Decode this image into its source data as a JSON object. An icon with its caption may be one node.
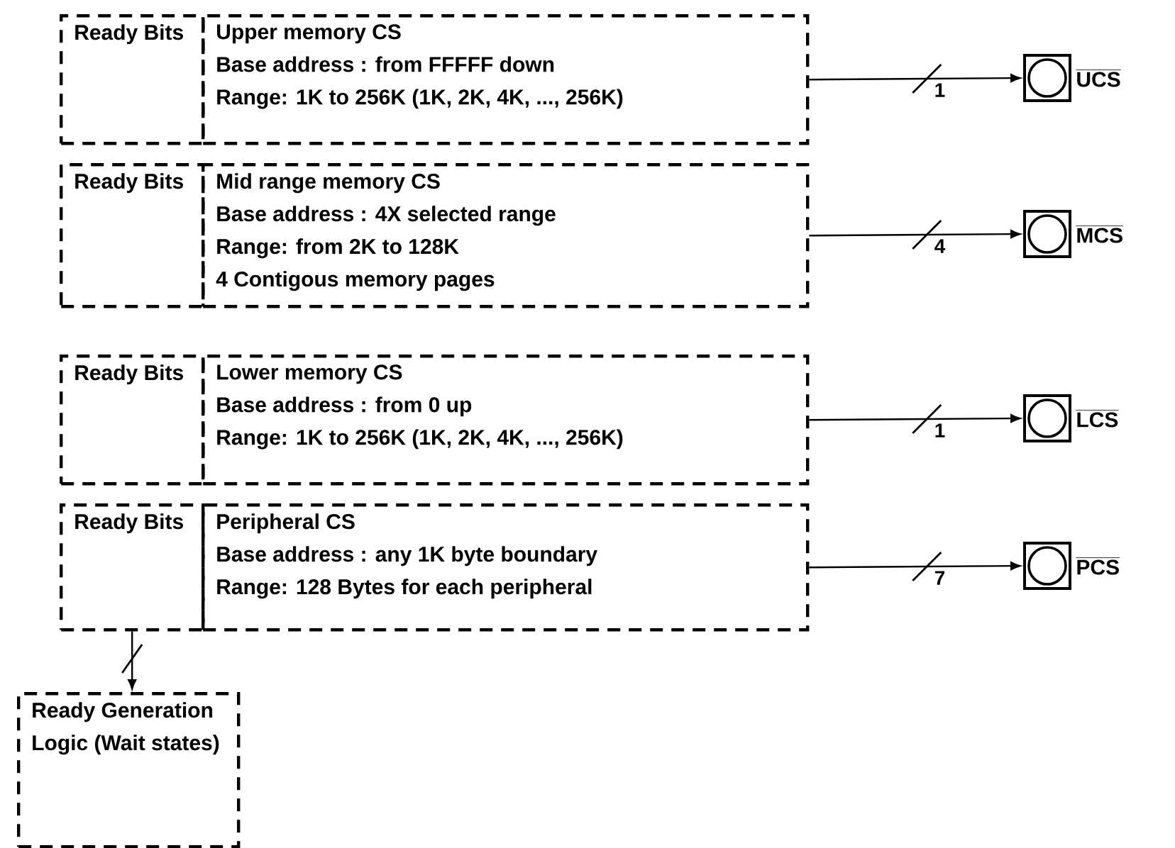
{
  "diagram": {
    "nodes": [
      {
        "text": [
          "Ready Bits"
        ]
      },
      {
        "text": [
          "Upper memory CS",
          "Base address : from FFFFF down",
          "Range: 1K to 256K (1K, 2K, 4K, ..., 256K)"
        ]
      },
      {
        "text": [],
        "shape": "box",
        "beside": [
          "UCS"
        ]
      },
      {
        "text": [
          "Ready Bits"
        ]
      },
      {
        "text": [
          "Mid range memory CS",
          "Base address : 4X selected range",
          "Range: from 2K to 128K",
          "4 Contigous memory pages"
        ]
      },
      {
        "text": [],
        "shape": "box",
        "beside": [
          "MCS"
        ]
      },
      {
        "text": [
          "Ready Bits"
        ]
      },
      {
        "text": [
          "Lower memory CS",
          "Base address : from 0 up",
          "Range: 1K to 256K (1K, 2K, 4K, ..., 256K)"
        ]
      },
      {
        "text": [],
        "shape": "box",
        "beside": [
          "LCS"
        ]
      },
      {
        "text": [
          "Ready Bits"
        ]
      },
      {
        "text": [
          "Peripheral CS",
          "Base address : any 1K byte boundary",
          "Range: 128 Bytes for each peripheral"
        ]
      },
      {
        "text": [],
        "shape": "box",
        "beside": [
          "PCS"
        ]
      },
      {
        "text": [
          "Ready Generation Logic (Wait states)"
        ]
      }
    ],
    "edges": [
      {
        "from": 1,
        "to": 2,
        "arrow": "to",
        "label": "1"
      },
      {
        "from": 4,
        "to": 5,
        "arrow": "to",
        "label": "4"
      },
      {
        "from": 7,
        "to": 8,
        "arrow": "to",
        "label": "1"
      },
      {
        "from": 10,
        "to": 11,
        "arrow": "to",
        "label": "7"
      },
      {
        "from": 9,
        "to": 12,
        "arrow": "to"
      }
    ]
  }
}
